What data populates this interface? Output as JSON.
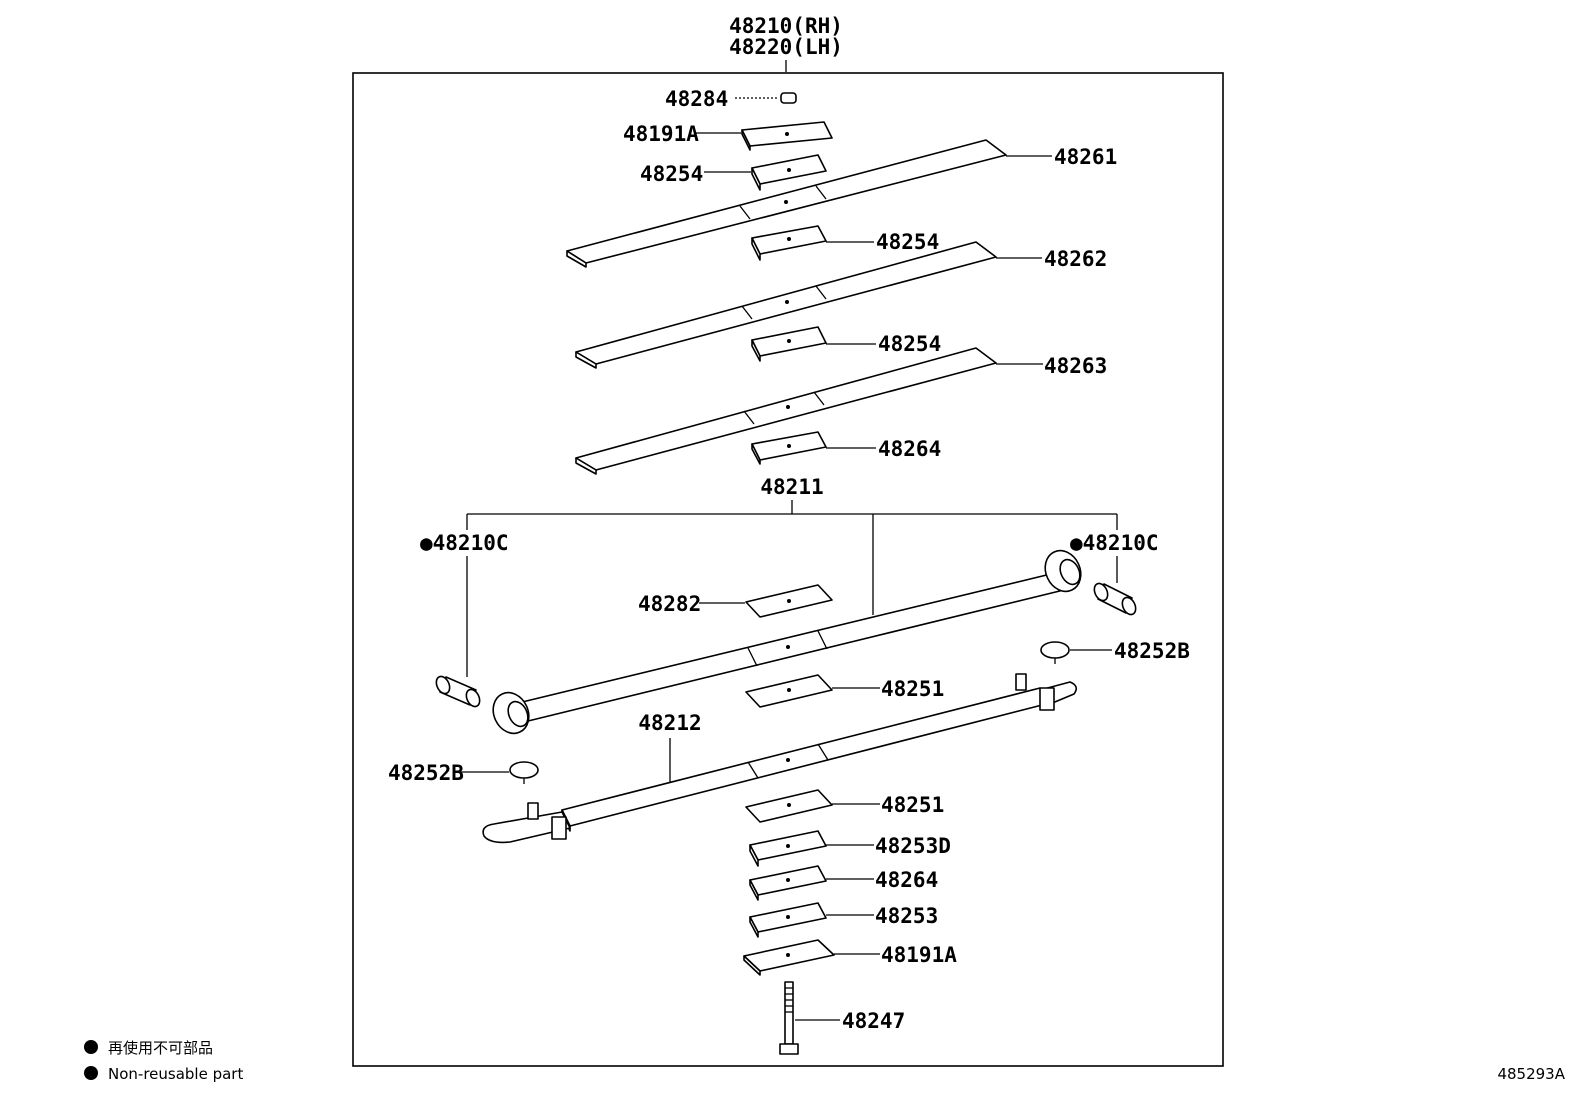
{
  "assembly": {
    "title_rh": "48210(RH)",
    "title_lh": "48220(LH)"
  },
  "parts": {
    "p48284": "48284",
    "p48191A_top": "48191A",
    "p48254_top": "48254",
    "p48261": "48261",
    "p48254_mid": "48254",
    "p48262": "48262",
    "p48254_low": "48254",
    "p48263": "48263",
    "p48264_top": "48264",
    "p48211": "48211",
    "p48210C_left": "●48210C",
    "p48210C_right": "●48210C",
    "p48282": "48282",
    "p48252B_right": "48252B",
    "p48251_top": "48251",
    "p48212": "48212",
    "p48252B_left": "48252B",
    "p48251_bottom": "48251",
    "p48253D": "48253D",
    "p48264_bottom": "48264",
    "p48253": "48253",
    "p48191A_bottom": "48191A",
    "p48247": "48247"
  },
  "legend": {
    "jp": "再使用不可部品",
    "en": "Non-reusable part"
  },
  "catalog_number": "485293A"
}
